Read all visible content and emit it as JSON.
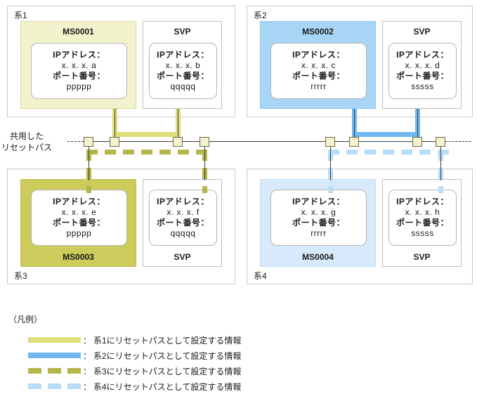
{
  "diagram": {
    "bus": {
      "label_line1": "共用した",
      "label_line2": "リセットパス"
    },
    "systems": [
      {
        "id": "sys1",
        "label": "系1",
        "accent_color": "#dede7d",
        "units": [
          {
            "name": "MS0001",
            "fill": "#f2f2cc",
            "ip_label": "IPアドレス：",
            "ip_value": "x. x. x. a",
            "port_label": "ポート番号：",
            "port_value": "ppppp"
          },
          {
            "name": "SVP",
            "fill": "#ffffff",
            "ip_label": "IPアドレス：",
            "ip_value": "x. x. x. b",
            "port_label": "ポート番号：",
            "port_value": "qqqqq"
          }
        ]
      },
      {
        "id": "sys2",
        "label": "系2",
        "accent_color": "#6fb7ee",
        "units": [
          {
            "name": "MS0002",
            "fill": "#a8d5f5",
            "ip_label": "IPアドレス：",
            "ip_value": "x. x. x. c",
            "port_label": "ポート番号：",
            "port_value": "rrrrr"
          },
          {
            "name": "SVP",
            "fill": "#ffffff",
            "ip_label": "IPアドレス：",
            "ip_value": "x. x. x. d",
            "port_label": "ポート番号：",
            "port_value": "sssss"
          }
        ]
      },
      {
        "id": "sys3",
        "label": "系3",
        "accent_color": "#b5b54a",
        "units": [
          {
            "name": "MS0003",
            "fill": "#cccc5c",
            "ip_label": "IPアドレス：",
            "ip_value": "x. x. x. e",
            "port_label": "ポート番号：",
            "port_value": "ppppp"
          },
          {
            "name": "SVP",
            "fill": "#ffffff",
            "ip_label": "IPアドレス：",
            "ip_value": "x. x. x. f",
            "port_label": "ポート番号：",
            "port_value": "qqqqq"
          }
        ]
      },
      {
        "id": "sys4",
        "label": "系4",
        "accent_color": "#b9dcf7",
        "units": [
          {
            "name": "MS0004",
            "fill": "#d6eafb",
            "ip_label": "IPアドレス：",
            "ip_value": "x. x. x. g",
            "port_label": "ポート番号：",
            "port_value": "rrrrr"
          },
          {
            "name": "SVP",
            "fill": "#ffffff",
            "ip_label": "IPアドレス：",
            "ip_value": "x. x. x. h",
            "port_label": "ポート番号：",
            "port_value": "sssss"
          }
        ]
      }
    ]
  },
  "legend": {
    "title": "（凡例）",
    "colon": "：",
    "items": [
      {
        "style": "solid",
        "color": "#dede7d",
        "text": "系1にリセットパスとして設定する情報"
      },
      {
        "style": "solid",
        "color": "#6fb7ee",
        "text": "系2にリセットパスとして設定する情報"
      },
      {
        "style": "dashed",
        "color": "#b5b54a",
        "text": "系3にリセットパスとして設定する情報"
      },
      {
        "style": "dashed",
        "color": "#b9dcf7",
        "text": "系4にリセットパスとして設定する情報"
      }
    ]
  }
}
